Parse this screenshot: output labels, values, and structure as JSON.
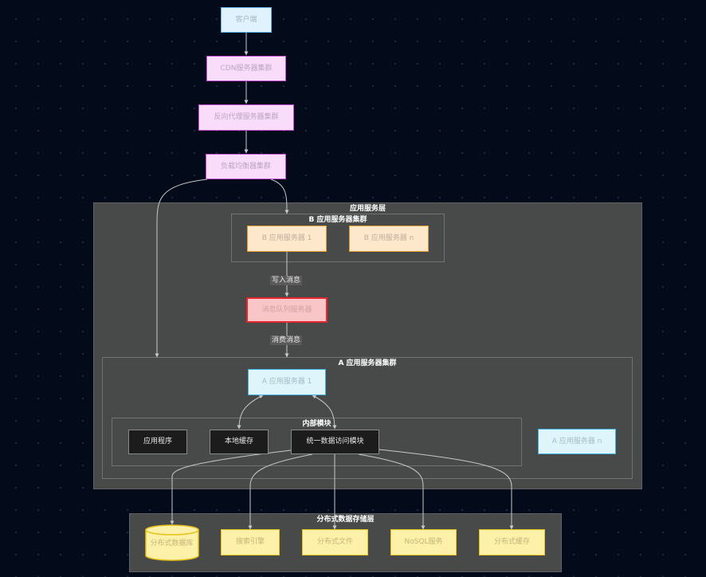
{
  "nodes": {
    "client": "客户端",
    "cdn": "CDN服务器集群",
    "reverse_proxy": "反向代理服务器集群",
    "load_balancer": "负载均衡器集群",
    "b_server_1": "B 应用服务器 1",
    "b_server_n": "B 应用服务器 n",
    "message_queue": "消息队列服务器",
    "a_server_1": "A 应用服务器 1",
    "a_server_n": "A 应用服务器 n",
    "app_program": "应用程序",
    "local_cache": "本地缓存",
    "data_access": "统一数据访问模块",
    "distributed_db": "分布式数据库",
    "search_engine": "搜索引擎",
    "distributed_file": "分布式文件",
    "nosql": "NoSQL服务",
    "distributed_cache": "分布式缓存"
  },
  "groups": {
    "app_layer": "应用服务层",
    "b_cluster": "B 应用服务器集群",
    "a_cluster": "A 应用服务器集群",
    "internal": "内部模块",
    "storage": "分布式数据存储层"
  },
  "edge_labels": {
    "write_msg": "写入消息",
    "consume_msg": "消费消息"
  },
  "colors": {
    "background": "#030a1a",
    "group_fill": "#484a4a",
    "edge": "#c8c8c8",
    "client": "#57b3e8",
    "proxy_tier": "#c44ed1",
    "b_servers": "#e89b2e",
    "queue": "#e5262f",
    "a_servers": "#3fb2e4",
    "storage": "#e6c21a"
  }
}
